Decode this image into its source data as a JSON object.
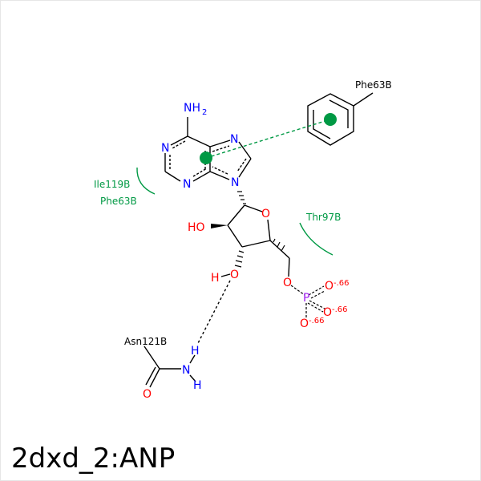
{
  "title": "2dxd_2:ANP",
  "colors": {
    "carbon": "#000000",
    "nitrogen": "#0000ff",
    "oxygen": "#ff0000",
    "phosphorus": "#a020f0",
    "interaction": "#009944",
    "background": "#ffffff"
  },
  "atoms": {
    "nh2_n": "NH",
    "nh2_sub": "2",
    "n1": "N",
    "n3": "N",
    "n7": "N",
    "n9": "N",
    "o4": "O",
    "o2_label": "HO",
    "o3": "O",
    "h3": "H",
    "o5": "O",
    "p": "P",
    "op1": "O",
    "op2": "O",
    "op3": "O",
    "charge1": "-.66",
    "charge2": "-.66",
    "charge3": "-.66",
    "asn_h1": "H",
    "asn_n": "N",
    "asn_h2": "H",
    "asn_o": "O"
  },
  "residues": {
    "phe63b_top": "Phe63B",
    "ile119b": "Ile119B",
    "phe63b_side": "Phe63B",
    "thr97b": "Thr97B",
    "asn121b": "Asn121B"
  }
}
